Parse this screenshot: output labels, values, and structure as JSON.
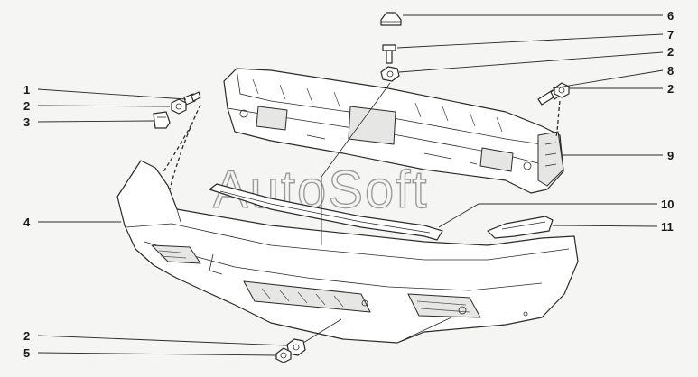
{
  "watermark": "AutoSoft",
  "callouts": {
    "c1": "1",
    "c2a": "2",
    "c3": "3",
    "c4": "4",
    "c2b": "2",
    "c5": "5",
    "c6": "6",
    "c7": "7",
    "c2c": "2",
    "c8": "8",
    "c2d": "2",
    "c9": "9",
    "c10": "10",
    "c11": "11"
  }
}
